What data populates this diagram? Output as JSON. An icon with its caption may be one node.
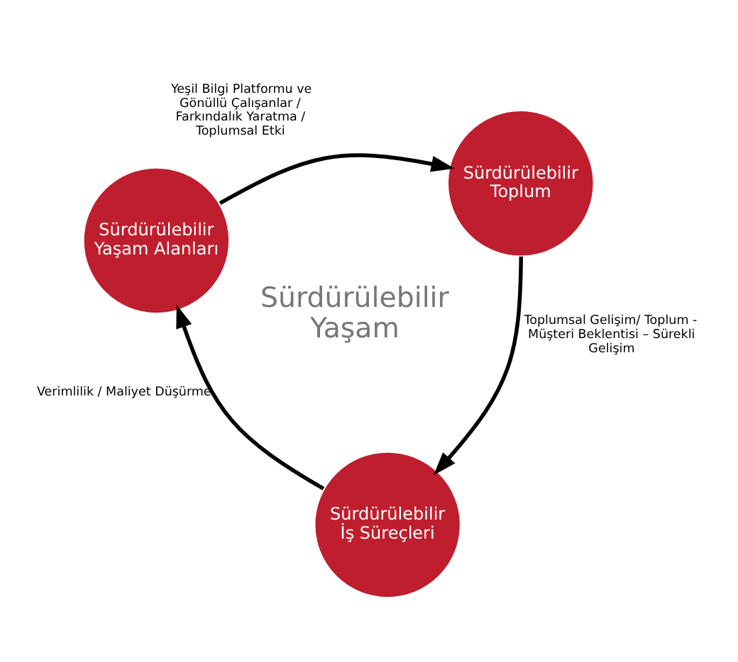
{
  "diagram": {
    "nodes": [
      {
        "text": [
          "Sürdürülebilir Yaşam Alanları"
        ]
      },
      {
        "text": [
          "Sürdürülebilir Toplum"
        ]
      },
      {
        "text": [
          "Sürdürülebilir İş Süreçleri"
        ]
      }
    ],
    "edges": [
      {
        "from": 0,
        "to": 1,
        "arrow": "to",
        "label": "Yeşil Bilgi Platformu ve Gönüllü Çalışanlar / Farkındalık Yaratma / Toplumsal Etki"
      },
      {
        "from": 1,
        "to": 2,
        "arrow": "to",
        "label": "Toplumsal Gelişim/ Toplum - Müşteri Beklentisi – Sürekli Gelişim"
      },
      {
        "from": 2,
        "to": 0,
        "arrow": "to",
        "label": "Verimlilik / Maliyet Düşürme"
      }
    ],
    "labels": [
      "Sürdürülebilir Yaşam"
    ]
  }
}
